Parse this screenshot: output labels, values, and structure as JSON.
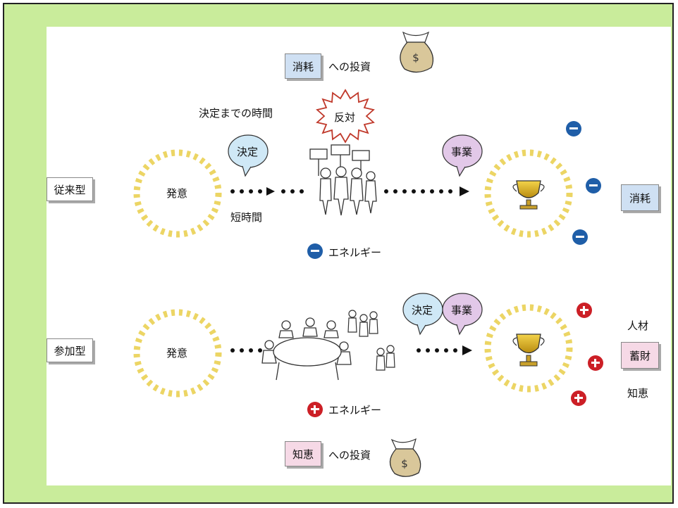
{
  "rows": {
    "conventional": {
      "label": "従来型",
      "intent": "発意",
      "decision_time": "決定までの時間",
      "short_time": "短時間",
      "decide_bubble": "決定",
      "business_bubble": "事業",
      "opposition": "反対",
      "energy": "エネルギー",
      "consume_box": "消耗",
      "investment_box": "消耗",
      "investment_suffix": "への投資"
    },
    "participatory": {
      "label": "参加型",
      "intent": "発意",
      "decide_bubble": "決定",
      "business_bubble": "事業",
      "energy": "エネルギー",
      "people": "人材",
      "savings_box": "蓄財",
      "wisdom": "知恵",
      "investment_box": "知恵",
      "investment_suffix": "への投資"
    }
  },
  "symbols": {
    "minus": "−",
    "plus": "+",
    "dollar": "$"
  },
  "colors": {
    "frame_green": "#c9ec9b",
    "sun_yellow": "#ecd564",
    "bubble_blue": "#cfe8f6",
    "bubble_purple": "#e2c8e8",
    "minus_blue": "#1f5ea8",
    "plus_red": "#cc1f26",
    "blue_box": "#cfe0f3",
    "pink_box": "#f6d9e6",
    "burst_red": "#c0392b"
  },
  "icons": [
    "money-bag-icon",
    "trophy-icon",
    "protest-crowd-icon",
    "meeting-table-icon",
    "people-group-icon",
    "arrow-right-icon",
    "minus-badge-icon",
    "plus-badge-icon"
  ]
}
